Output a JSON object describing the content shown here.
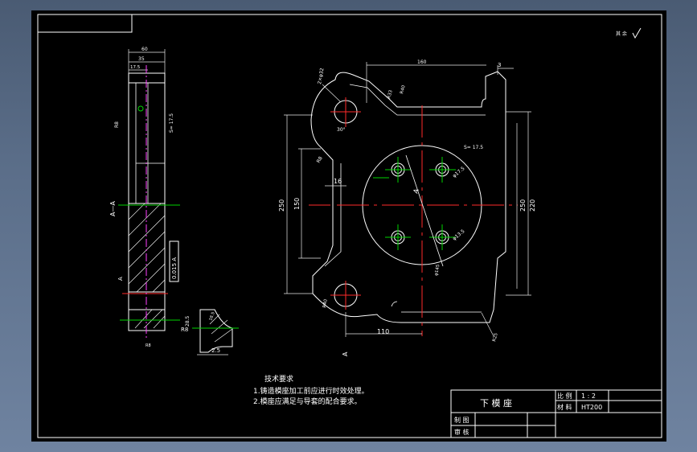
{
  "drawing": {
    "title": "下 模 座",
    "roughness_symbol": "其 余",
    "tech_req": {
      "heading": "技术要求",
      "items": [
        "1.铸造模座加工前应进行时效处理。",
        "2.模座应满足与导套的配合要求。"
      ]
    },
    "title_block": {
      "scale_label": "比 例",
      "scale_value": "1 : 2",
      "material_label": "材 料",
      "material_value": "HT200",
      "drawn_label": "制 图",
      "checked_label": "审 核"
    },
    "section_label": "A—A",
    "section_mark": "A",
    "dimensions": {
      "side_total": "60",
      "side_mid": "35",
      "side_small": "17.5",
      "side_bottom": "2.5",
      "flatness": "0.015 A",
      "top_width": "160",
      "right_offset": "3",
      "left_height": "250",
      "inner_height": "150",
      "small_16": "16",
      "bottom_110": "110",
      "right_250": "250",
      "right_220": "220",
      "r_bosses": "R33",
      "r_corner": "R25",
      "hole_dia": "φ13.5",
      "hole_dia2": "φ17.5",
      "bore_dia": "φ145",
      "chamfer": "2×φ32",
      "angle": "30°",
      "depth_s": "S= 17.5",
      "r_small": "R8",
      "r_left": "R40",
      "detail_h": "28.5",
      "detail_r": "18.5"
    }
  }
}
